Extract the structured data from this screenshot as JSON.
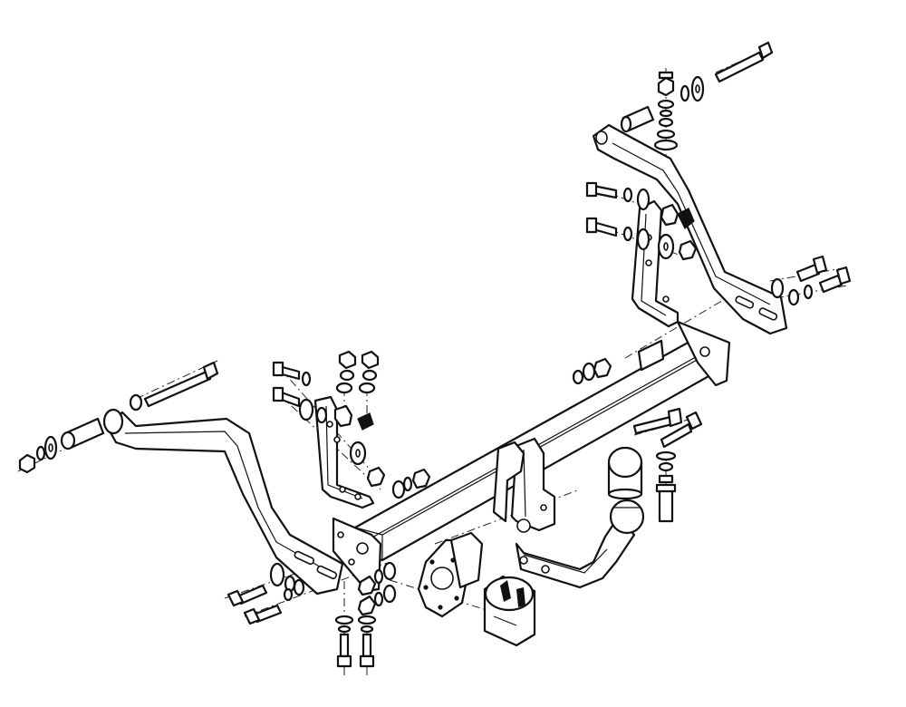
{
  "diagram": {
    "kind": "exploded-assembly",
    "style": "black-line-art",
    "line_color": "#111111",
    "background": "#ffffff",
    "parts": [
      "left-mounting-arm",
      "right-mounting-arm",
      "main-crossbar",
      "left-bracket",
      "right-bracket",
      "center-bracket",
      "tow-ball-neck",
      "tow-ball-cap",
      "electrical-socket",
      "socket-cover",
      "bolts",
      "nuts",
      "washers",
      "spacer-tubes"
    ]
  }
}
